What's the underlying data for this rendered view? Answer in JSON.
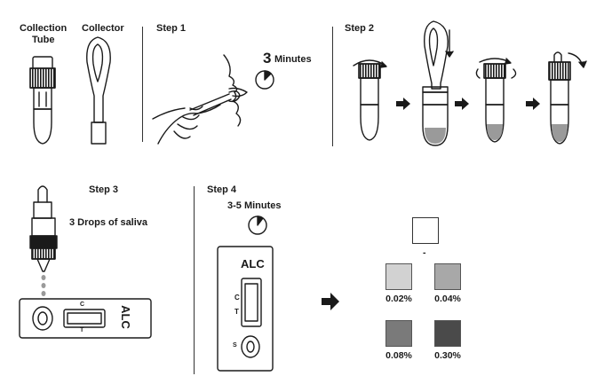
{
  "labels": {
    "collection_tube_line1": "Collection",
    "collection_tube_line2": "Tube",
    "collector": "Collector",
    "step1": "Step 1",
    "step1_time_value": "3",
    "step1_time_unit": "Minutes",
    "step2": "Step 2",
    "step3": "Step 3",
    "step3_instruction": "3 Drops of saliva",
    "step4": "Step 4",
    "step4_time": "3-5 Minutes",
    "cassette_brand": "ALC",
    "cassette_brand_small": "ALC",
    "marker_c": "C",
    "marker_t": "T",
    "marker_c_small": "C",
    "marker_t_small": "T",
    "marker_s": "S"
  },
  "chart_blank": "-",
  "color_chart": [
    {
      "label": "0.02%",
      "color": "#d2d2d2"
    },
    {
      "label": "0.04%",
      "color": "#a8a8a8"
    },
    {
      "label": "0.08%",
      "color": "#7a7a7a"
    },
    {
      "label": "0.30%",
      "color": "#4a4a4a"
    }
  ],
  "colors": {
    "line": "#1a1a1a",
    "liquid": "#9a9a9a"
  },
  "icons": [
    "timer-icon",
    "arrow-right-icon",
    "rotate-arrow-icon",
    "down-arrow-icon",
    "face-outline",
    "hand-outline"
  ]
}
